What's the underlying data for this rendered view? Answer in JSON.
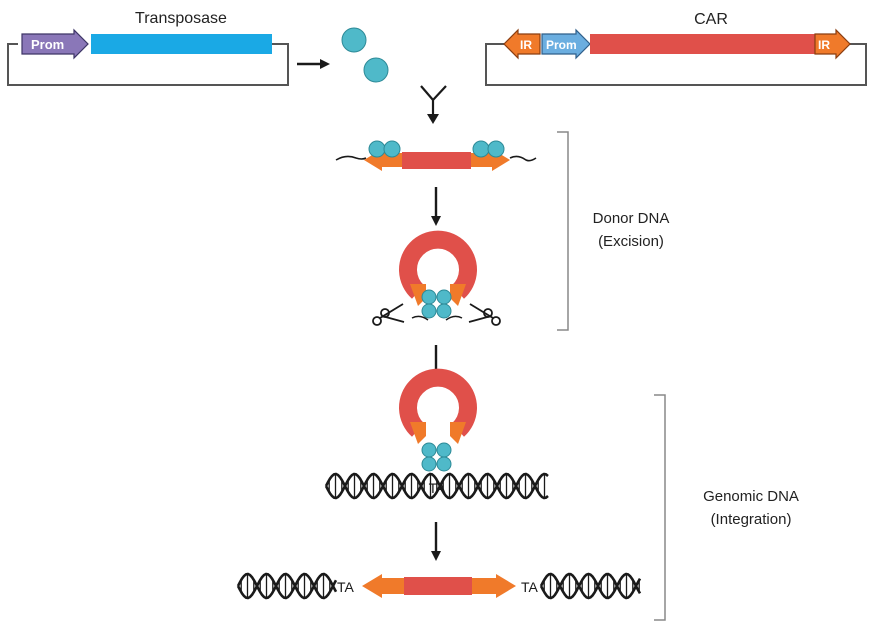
{
  "plasmids": {
    "transposase": {
      "title": "Transposase",
      "promoter_label": "Prom"
    },
    "car": {
      "title": "CAR",
      "ir_left_label": "IR",
      "promoter_label": "Prom",
      "ir_right_label": "IR"
    }
  },
  "labels": {
    "ta_site": "TA",
    "ta_left": "TA",
    "ta_right": "TA"
  },
  "brackets": {
    "donor": {
      "line1": "Donor DNA",
      "line2": "(Excision)"
    },
    "genomic": {
      "line1": "Genomic DNA",
      "line2": "(Integration)"
    }
  },
  "colors": {
    "transposase_gene": "#1aa9e5",
    "car_gene": "#e0504a",
    "inverted_repeat": "#f07a2a",
    "promoter_purple": "#8a77b8",
    "promoter_blue": "#6baee0",
    "protein": "#4fb9c9",
    "dna": "#1a1a1a"
  }
}
